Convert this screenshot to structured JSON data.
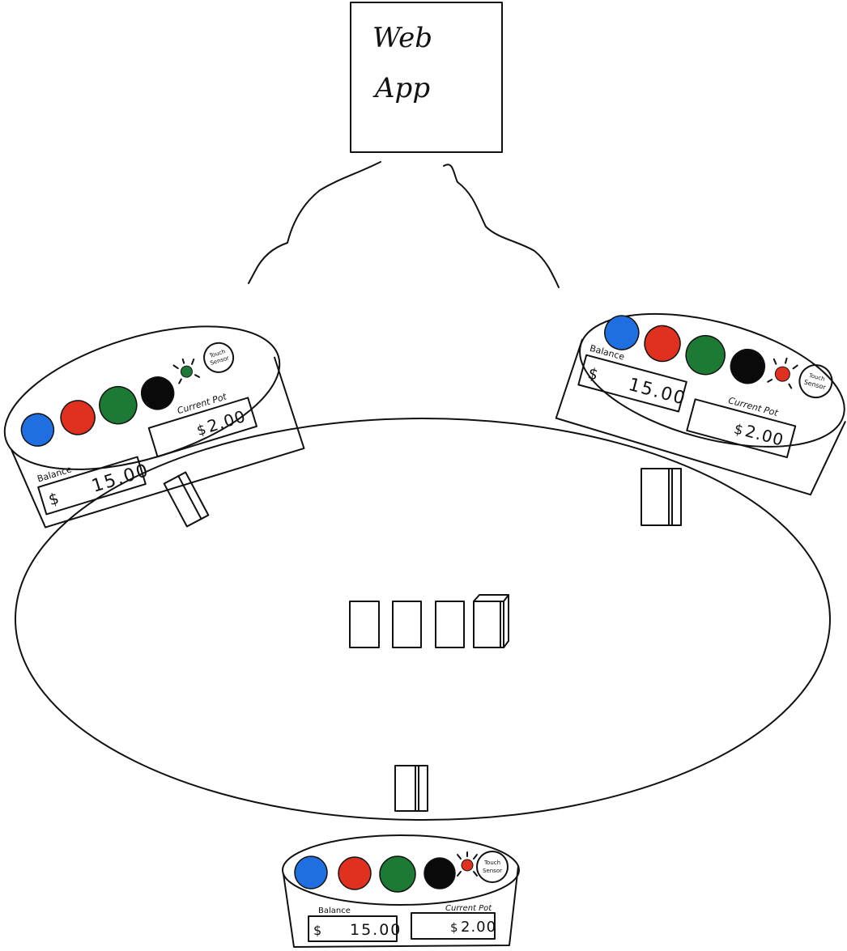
{
  "web_app": {
    "label_line1": "Web",
    "label_line2": "App"
  },
  "stations": [
    {
      "id": "left",
      "balance_label": "Balance",
      "balance_currency": "$",
      "balance_value": "15.00",
      "pot_label": "Current Pot",
      "pot_currency": "$",
      "pot_value": "2.00",
      "touch_sensor_line1": "Touch",
      "touch_sensor_line2": "Sensor",
      "led_color": "#1d7a34"
    },
    {
      "id": "right",
      "balance_label": "Balance",
      "balance_currency": "$",
      "balance_value": "15.00",
      "pot_label": "Current Pot",
      "pot_currency": "$",
      "pot_value": "2.00",
      "touch_sensor_line1": "Touch",
      "touch_sensor_line2": "Sensor",
      "led_color": "#e0301e"
    },
    {
      "id": "bottom",
      "balance_label": "Balance",
      "balance_currency": "$",
      "balance_value": "15.00",
      "pot_label": "Current Pot",
      "pot_currency": "$",
      "pot_value": "2.00",
      "touch_sensor_line1": "Touch",
      "touch_sensor_line2": "Sensor",
      "led_color": "#e0301e"
    }
  ],
  "chip_colors": {
    "blue": "#1f6fe0",
    "red": "#e0301e",
    "green": "#1d7a34",
    "black": "#0a0a0a"
  }
}
